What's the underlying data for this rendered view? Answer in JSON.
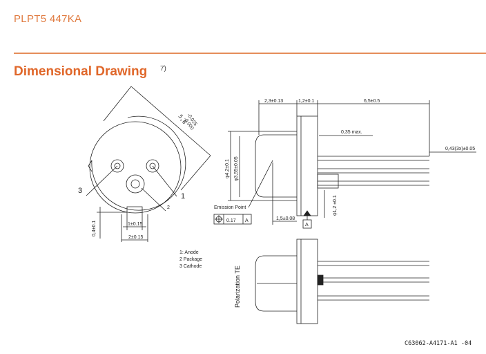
{
  "header": {
    "part_number": "PLPT5 447KA",
    "section_title": "Dimensional Drawing",
    "footnote_ref": "7)"
  },
  "front_view": {
    "pin_3": "3",
    "pin_1": "1",
    "pin_2": "2",
    "dim_diameter": "5,6",
    "dim_diameter_tol": "-0.025",
    "dim_diameter_tol2": "-0.000",
    "dim_notch_width": "1±0.15",
    "dim_key_width": "2±0.15",
    "dim_key_depth": "0,4±0.1"
  },
  "legend": {
    "items": [
      "1: Anode",
      "2  Package",
      "3  Cathode"
    ]
  },
  "side_view": {
    "dim_cap_length": "2,3±0.13",
    "dim_flange": "1,2±0.1",
    "dim_lead_length": "6,5±0.5",
    "dim_max": "0,35 max.",
    "dim_lead_dia": "0,43(3x)±0.05",
    "dim_body_dia": "φ4,2±0.1",
    "dim_cap_dia": "φ3,55±0.05",
    "dim_emission_offset": "1,5±0.08",
    "dim_pcd": "φ1,2 ±0.1",
    "emission_point_label": "Emission Point",
    "tolerance_value": "0.17",
    "datum": "A",
    "datum_ref": "A"
  },
  "bottom_view": {
    "polarization_label": "Polarization TE"
  },
  "footer": {
    "drawing_number": "C63062-A4171-A1 -04"
  }
}
